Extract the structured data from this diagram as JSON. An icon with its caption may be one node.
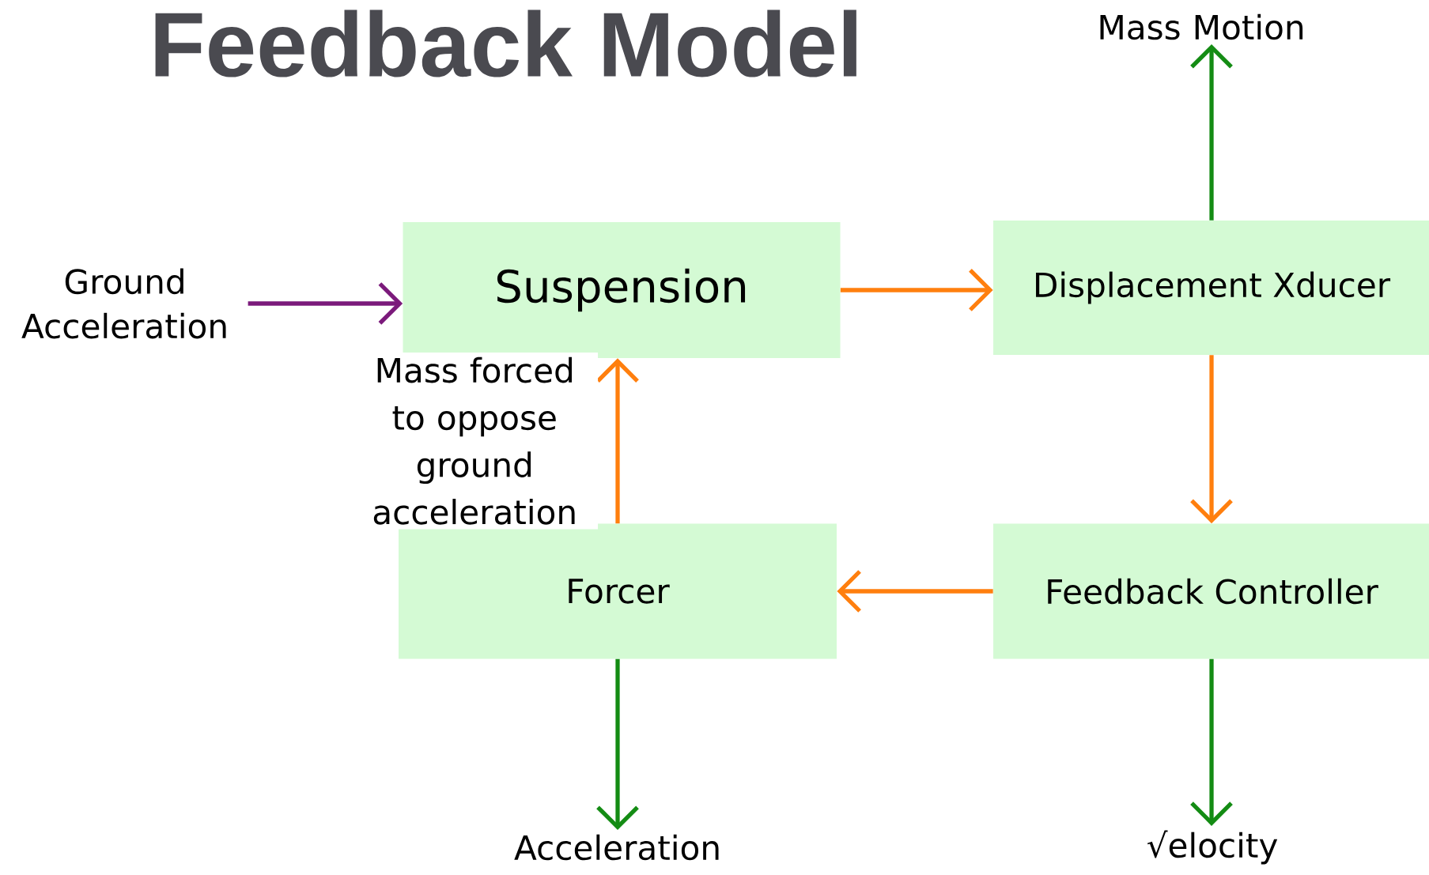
{
  "diagram": {
    "title": "Feedback Model",
    "nodes": [
      {
        "text": [
          "Ground Acceleration"
        ]
      },
      {
        "text": [
          "Suspension"
        ]
      },
      {
        "text": [
          "Displacement Xducer"
        ]
      },
      {
        "text": [
          "Mass Motion"
        ]
      },
      {
        "text": [
          "Forcer"
        ]
      },
      {
        "text": [
          "Feedback Controller"
        ]
      },
      {
        "text": [
          "Acceleration"
        ]
      },
      {
        "text": [
          "√elocity"
        ]
      }
    ],
    "edges": [
      {
        "from": 0,
        "to": 1,
        "arrow": "to",
        "color": "#7b1a7b"
      },
      {
        "from": 1,
        "to": 2,
        "arrow": "to"
      },
      {
        "from": 2,
        "to": 3,
        "arrow": "to",
        "color": "#148c14"
      },
      {
        "from": 2,
        "to": 5,
        "arrow": "to"
      },
      {
        "from": 5,
        "to": 4,
        "arrow": "to"
      },
      {
        "from": 4,
        "to": 1,
        "arrow": "to",
        "label": "Mass forced to oppose ground acceleration"
      },
      {
        "from": 4,
        "to": 6,
        "arrow": "to",
        "color": "#148c14"
      },
      {
        "from": 5,
        "to": 7,
        "arrow": "to",
        "color": "#148c14"
      }
    ]
  }
}
